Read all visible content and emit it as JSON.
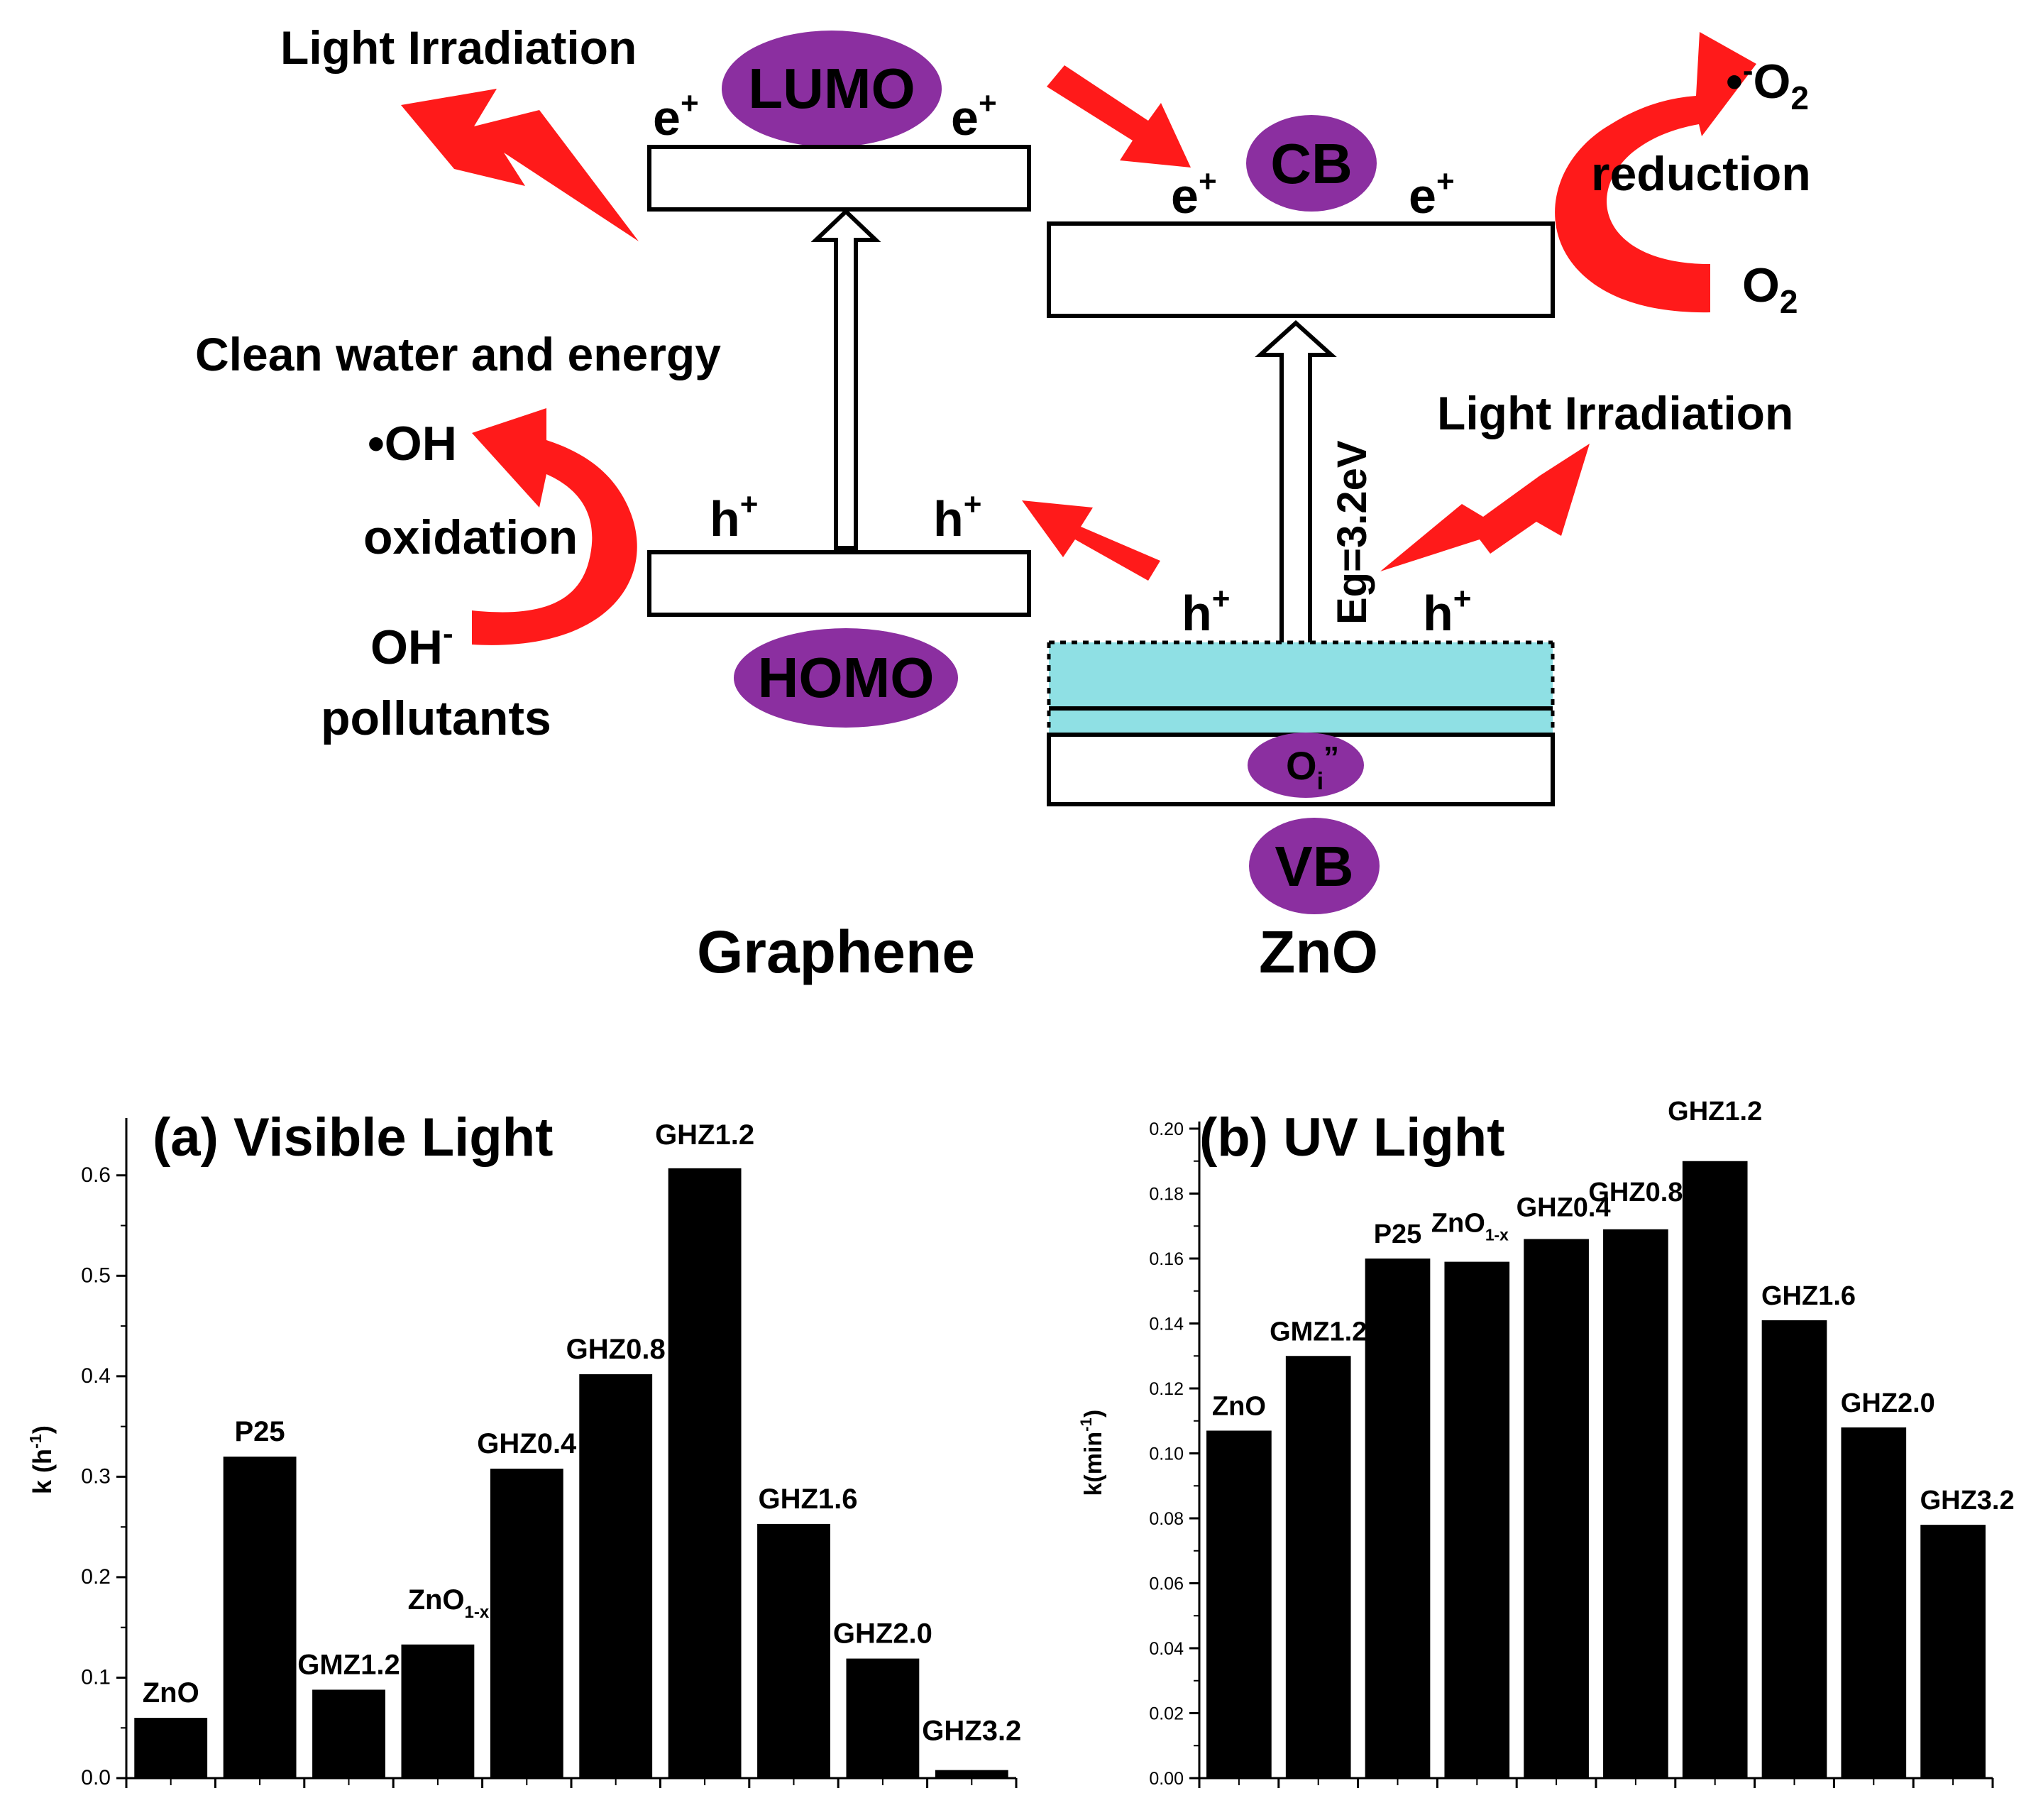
{
  "colors": {
    "arrow_red": "#ff1a1a",
    "orbital_purple": "#8b2fa0",
    "defect_cyan": "#8fe0e4",
    "bar": "#000000"
  },
  "diagram": {
    "graphene_label": "Graphene",
    "zno_label": "ZnO",
    "lumo": "LUMO",
    "homo": "HOMO",
    "cb": "CB",
    "vb": "VB",
    "defect": {
      "base": "O",
      "sub": "i",
      "sup": "”"
    },
    "light_irradiation_top": "Light Irradiation",
    "light_irradiation_right": "Light Irradiation",
    "clean_water": "Clean water and energy",
    "bandgap": "Eg=3.2eV",
    "electron": {
      "base": "e",
      "sup": "+"
    },
    "hole": {
      "base": "h",
      "sup": "+"
    },
    "oh_radical": "•OH",
    "oxidation": "oxidation",
    "oh_minus": {
      "base": "OH",
      "sup": "-"
    },
    "pollutants": "pollutants",
    "superoxide": {
      "dot": "•",
      "sup": "-",
      "base": "O",
      "sub": "2"
    },
    "reduction": "reduction",
    "o2": {
      "base": "O",
      "sub": "2"
    }
  },
  "chart_data": [
    {
      "type": "bar",
      "title": "(a) Visible Light",
      "ylabel": {
        "base": "k (h",
        "sup": "-1",
        "close": ")"
      },
      "ylim": [
        0,
        0.65
      ],
      "yticks": [
        "0.0",
        "0.1",
        "0.2",
        "0.3",
        "0.4",
        "0.5",
        "0.6"
      ],
      "categories": [
        "ZnO",
        "P25",
        "GMZ1.2",
        "ZnO1-x",
        "GHZ0.4",
        "GHZ0.8",
        "GHZ1.2",
        "GHZ1.6",
        "GHZ2.0",
        "GHZ3.2"
      ],
      "values": [
        0.06,
        0.32,
        0.088,
        0.133,
        0.308,
        0.402,
        0.607,
        0.253,
        0.119,
        0.008
      ]
    },
    {
      "type": "bar",
      "title": "(b) UV Light",
      "ylabel": {
        "base": "k(min",
        "sup": "-1",
        "close": ")"
      },
      "ylim": [
        0,
        0.2
      ],
      "yticks": [
        "0.00",
        "0.02",
        "0.04",
        "0.06",
        "0.08",
        "0.10",
        "0.12",
        "0.14",
        "0.16",
        "0.18",
        "0.20"
      ],
      "categories": [
        "ZnO",
        "GMZ1.2",
        "P25",
        "ZnO1-x",
        "GHZ0.4",
        "GHZ0.8",
        "GHZ1.2",
        "GHZ1.6",
        "GHZ2.0",
        "GHZ3.2"
      ],
      "values": [
        0.107,
        0.13,
        0.16,
        0.159,
        0.166,
        0.169,
        0.19,
        0.141,
        0.108,
        0.078
      ]
    }
  ]
}
